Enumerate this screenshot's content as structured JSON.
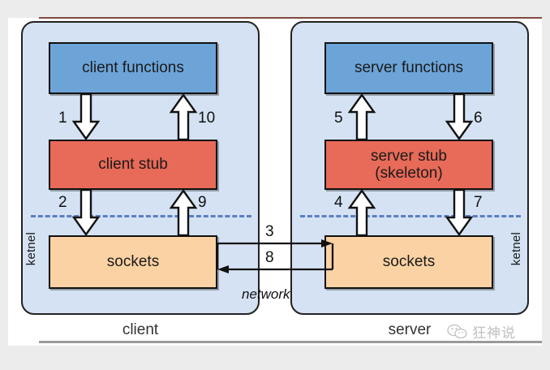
{
  "diagram": {
    "title": "RPC client-server stub and sockets diagram",
    "colors": {
      "panel": "#d4e2f3",
      "functions": "#6ca4d8",
      "stub": "#e86a58",
      "sockets": "#fbd2a4",
      "kernel_divider": "#5b7fc4",
      "canvas": "#ffffff",
      "page_background": "#ececec"
    },
    "client": {
      "caption": "client",
      "side_label": "ketnel",
      "nodes": {
        "functions": "client functions",
        "stub": "client stub",
        "sockets": "sockets"
      },
      "steps": {
        "fn_to_stub": "1",
        "stub_to_sock": "2",
        "sock_to_stub": "9",
        "stub_to_fn": "10"
      }
    },
    "server": {
      "caption": "server",
      "side_label": "ketnel",
      "nodes": {
        "functions": "server functions",
        "stub_line1": "server stub",
        "stub_line2": "(skeleton)",
        "sockets": "sockets"
      },
      "steps": {
        "stub_to_fn": "5",
        "fn_to_stub": "6",
        "stub_to_sock": "7",
        "sock_to_stub": "4"
      }
    },
    "network": {
      "label": "network",
      "request_step": "3",
      "reply_step": "8"
    }
  },
  "watermark": {
    "text": "狂神说",
    "icon": "wechat-icon"
  }
}
